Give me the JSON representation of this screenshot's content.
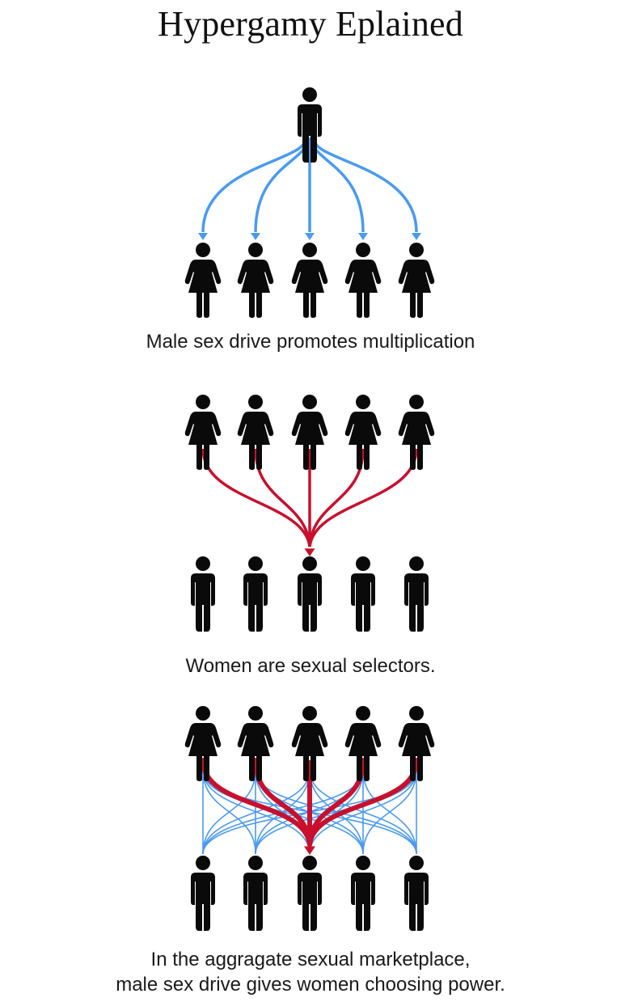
{
  "title": "Hypergamy Eplained",
  "colors": {
    "figure": "#0a0a0a",
    "male_drive_arrow": "#4a9af0",
    "female_selection_arrow": "#c8102e",
    "background": "#ffffff"
  },
  "panels": [
    {
      "id": "multiplication",
      "caption": "Male sex drive promotes multiplication",
      "sources": [
        {
          "type": "man"
        }
      ],
      "targets": [
        {
          "type": "woman"
        },
        {
          "type": "woman"
        },
        {
          "type": "woman"
        },
        {
          "type": "woman"
        },
        {
          "type": "woman"
        }
      ],
      "edges": "one man to all five women (blue)"
    },
    {
      "id": "selection",
      "caption": "Women are sexual selectors.",
      "sources": [
        {
          "type": "woman"
        },
        {
          "type": "woman"
        },
        {
          "type": "woman"
        },
        {
          "type": "woman"
        },
        {
          "type": "woman"
        }
      ],
      "targets": [
        {
          "type": "man"
        },
        {
          "type": "man"
        },
        {
          "type": "man"
        },
        {
          "type": "man"
        },
        {
          "type": "man"
        }
      ],
      "edges": "all five women to center man (red)"
    },
    {
      "id": "marketplace",
      "caption_lines": [
        "In the aggragate sexual marketplace,",
        "male sex drive gives women choosing power."
      ],
      "top_row": [
        {
          "type": "woman"
        },
        {
          "type": "woman"
        },
        {
          "type": "woman"
        },
        {
          "type": "woman"
        },
        {
          "type": "woman"
        }
      ],
      "bottom_row": [
        {
          "type": "man"
        },
        {
          "type": "man"
        },
        {
          "type": "man"
        },
        {
          "type": "man"
        },
        {
          "type": "man"
        }
      ],
      "edges": "every man to every woman (blue, thin); every woman to center man (red, thick)"
    }
  ],
  "icons": {
    "man": "man-figure-icon",
    "woman": "woman-figure-icon"
  }
}
